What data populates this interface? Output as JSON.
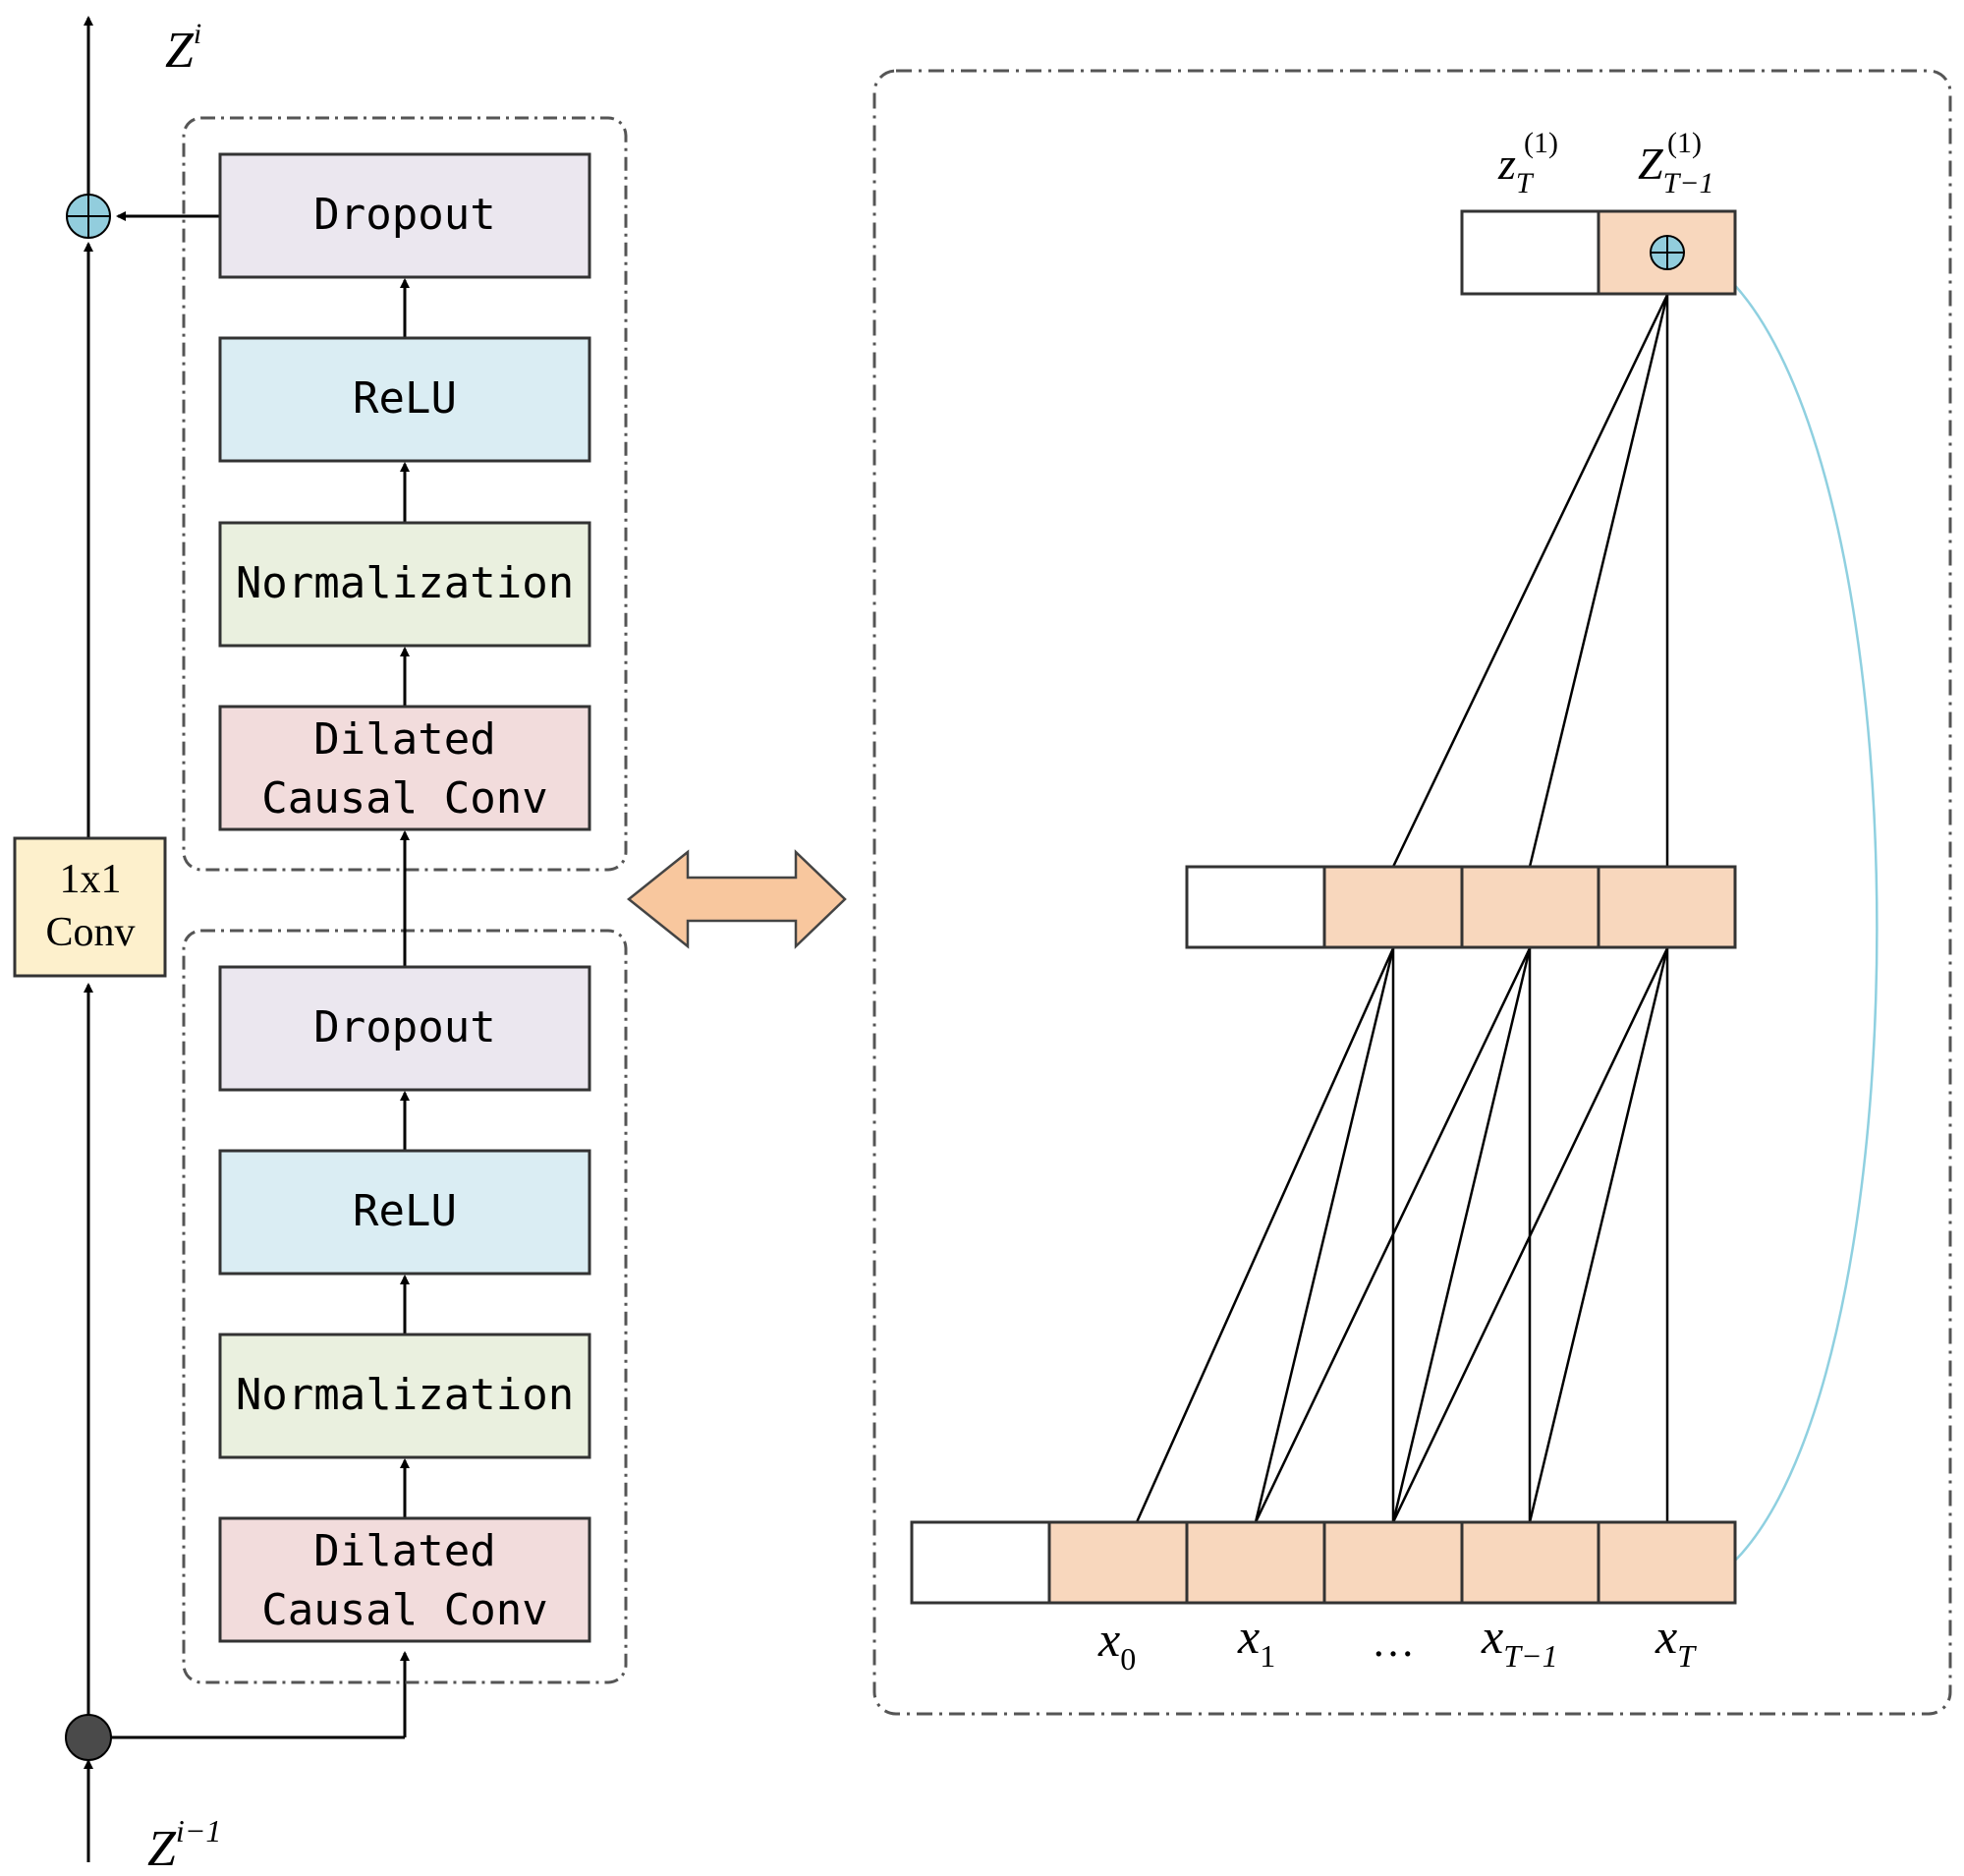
{
  "left": {
    "output_label": {
      "base": "Z",
      "sup": "i"
    },
    "input_label": {
      "base": "Z",
      "sup": "i−1"
    },
    "skip_conv": {
      "line1": "1x1",
      "line2": "Conv"
    },
    "upper_block": {
      "dropout": "Dropout",
      "relu": "ReLU",
      "norm": "Normalization",
      "conv_line1": "Dilated",
      "conv_line2": "Causal Conv"
    },
    "lower_block": {
      "dropout": "Dropout",
      "relu": "ReLU",
      "norm": "Normalization",
      "conv_line1": "Dilated",
      "conv_line2": "Causal Conv"
    }
  },
  "right": {
    "top_labels": {
      "zT": {
        "base": "z",
        "sub": "T",
        "sup": "(1)"
      },
      "zT1": {
        "base": "Z",
        "sub": "T−1",
        "sup": "(1)"
      }
    },
    "bottom_labels": {
      "x0": {
        "base": "x",
        "sub": "0"
      },
      "x1": {
        "base": "x",
        "sub": "1"
      },
      "dots": "…",
      "xT1": {
        "base": "x",
        "sub": "T−1"
      },
      "xT": {
        "base": "x",
        "sub": "T"
      }
    }
  },
  "colors": {
    "dropout": "#ebe7ef",
    "relu": "#daedf3",
    "norm": "#eaf0df",
    "conv": "#f2dcdc",
    "skip_conv": "#fdf0cc",
    "cell": "#f8d7bd",
    "double_arrow": "#f8c79e",
    "plus_node": "#92cddd",
    "residual_curve": "#8fd0e0",
    "join_node": "#4a4a4a"
  }
}
